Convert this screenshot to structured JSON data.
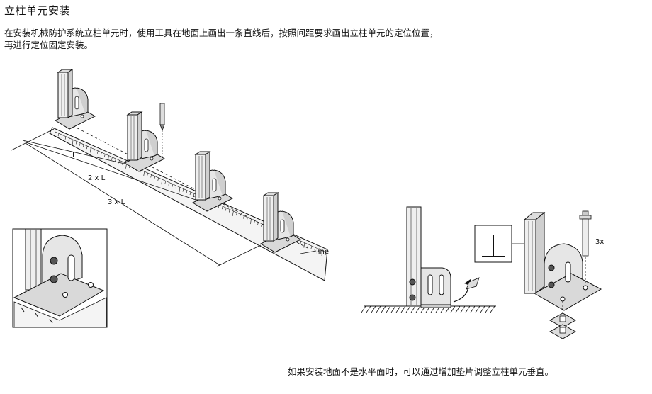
{
  "heading": "立柱单元安装",
  "instructions": {
    "line1": "在安装机械防护系统立柱单元时，使用工具在地面上画出一条直线后，按照间距要求画出立柱单元的定位位置，",
    "line2": "再进行定位固定安装。"
  },
  "diagram_labels": {
    "spacing_1": "L",
    "spacing_2": "2 x L",
    "spacing_3": "3 x L",
    "line": "line",
    "quantity": "3x"
  },
  "caption": "如果安装地面不是水平面时，可以通过增加垫片调整立柱单元垂直。"
}
